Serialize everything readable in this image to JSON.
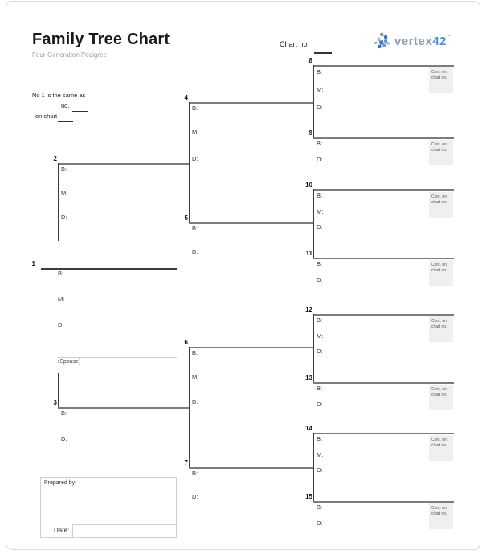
{
  "header": {
    "title": "Family Tree Chart",
    "subtitle": "Four-Generation Pedigree",
    "chart_no_label": "Chart no."
  },
  "logo": {
    "name": "vertex",
    "number": "42",
    "tm": "™"
  },
  "note": {
    "line1": "No 1 is the same as",
    "no_label": "no.",
    "on_chart_label": "on chart"
  },
  "field_labels": {
    "birth": "B:",
    "marriage": "M:",
    "death": "D:"
  },
  "spouse_label": "(Spouse)",
  "cont_box": {
    "line1": "Cont. on",
    "line2": "chart no."
  },
  "prepared": {
    "label": "Prepared by:",
    "date_label": "Date:"
  },
  "persons": {
    "p1": {
      "number": "1"
    },
    "p2": {
      "number": "2"
    },
    "p3": {
      "number": "3"
    },
    "p4": {
      "number": "4"
    },
    "p5": {
      "number": "5"
    },
    "p6": {
      "number": "6"
    },
    "p7": {
      "number": "7"
    },
    "p8": {
      "number": "8"
    },
    "p9": {
      "number": "9"
    },
    "p10": {
      "number": "10"
    },
    "p11": {
      "number": "11"
    },
    "p12": {
      "number": "12"
    },
    "p13": {
      "number": "13"
    },
    "p14": {
      "number": "14"
    },
    "p15": {
      "number": "15"
    }
  },
  "colors": {
    "accent_blue": "#4a8fd3",
    "logo_gray": "#8ea0ad",
    "line_gray": "#7c7c7c",
    "line_dark": "#3c3c3c",
    "cont_bg": "#efefef",
    "page_border": "#d6dde2"
  }
}
